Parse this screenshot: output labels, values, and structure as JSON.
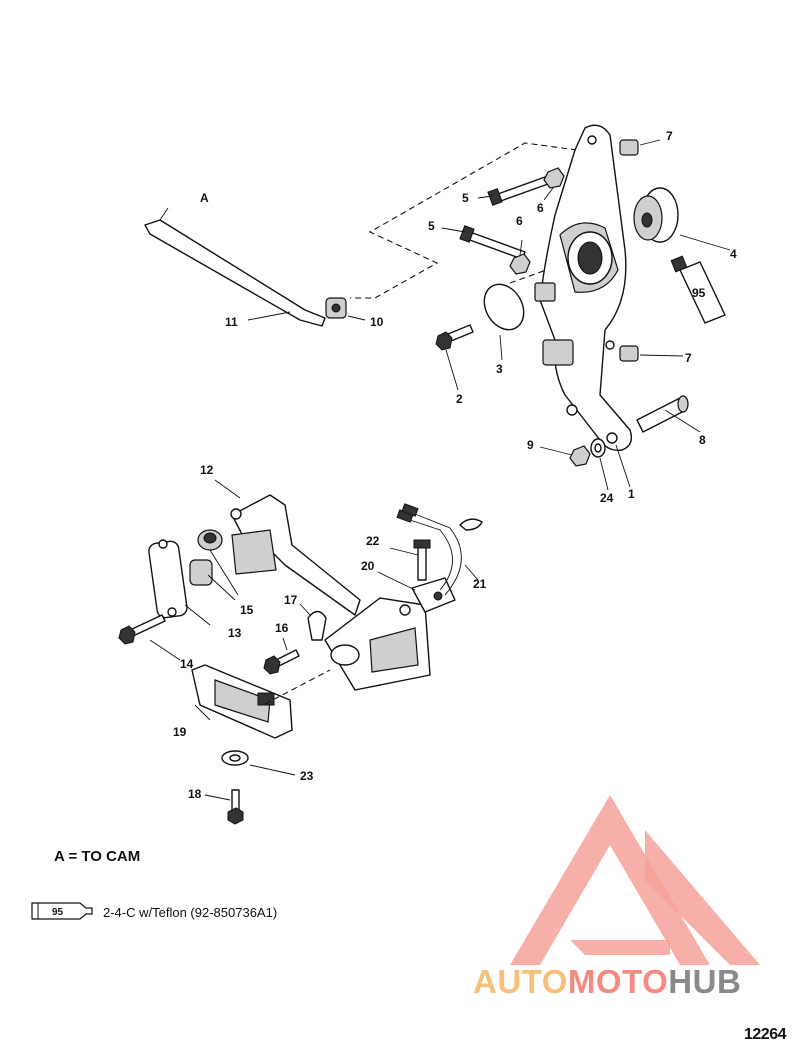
{
  "callouts": {
    "c1": "1",
    "c2": "2",
    "c3": "3",
    "c4": "4",
    "c5a": "5",
    "c5b": "5",
    "c6a": "6",
    "c6b": "6",
    "c7a": "7",
    "c7b": "7",
    "c8": "8",
    "c9": "9",
    "c10": "10",
    "c11": "11",
    "c12": "12",
    "c13": "13",
    "c14": "14",
    "c15": "15",
    "c16": "16",
    "c17": "17",
    "c18": "18",
    "c19": "19",
    "c20": "20",
    "c21": "21",
    "c22": "22",
    "c23": "23",
    "c24": "24",
    "cA": "A"
  },
  "tube_code": "95",
  "notes": {
    "a_to_cam": "A = TO CAM",
    "sealant_code": "95",
    "sealant": "2-4-C w/Teflon (92-850736A1)"
  },
  "diagram_number": "12264",
  "watermark": {
    "brand_auto": "AUTO",
    "brand_moto": "MOTO",
    "brand_hub": "HUB",
    "colors": {
      "auto": "#f6c07a",
      "moto": "#f38b83",
      "hub": "#8a8a8a",
      "logo": "#f6a19a"
    }
  }
}
